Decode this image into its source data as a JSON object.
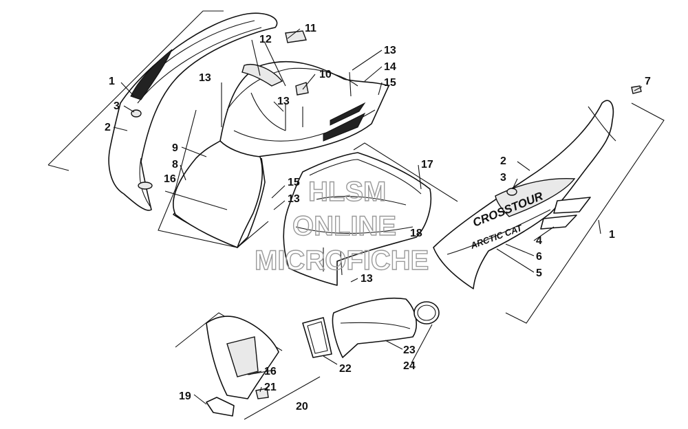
{
  "diagram": {
    "callouts": {
      "c1_left": "1",
      "c3_left": "3",
      "c2_left": "2",
      "c9": "9",
      "c8": "8",
      "c16_left": "16",
      "c12": "12",
      "c11": "11",
      "c13_a": "13",
      "c10": "10",
      "c13_b": "13",
      "c13_c": "13",
      "c14": "14",
      "c15_a": "15",
      "c7": "7",
      "c17": "17",
      "c15_b": "15",
      "c13_d": "13",
      "c18": "18",
      "c13_e": "13",
      "c2_right": "2",
      "c3_right": "3",
      "c1_right": "1",
      "c4": "4",
      "c6": "6",
      "c5": "5",
      "c23": "23",
      "c24": "24",
      "c22": "22",
      "c16_bottom": "16",
      "c21": "21",
      "c19": "19",
      "c20": "20"
    },
    "decals": {
      "crosstour": "CROSSTOUR",
      "arctic_cat": "ARCTIC CAT"
    },
    "watermark": {
      "line1": "HLSM",
      "line2": "ONLINE",
      "line3": "MICROFICHE"
    }
  }
}
